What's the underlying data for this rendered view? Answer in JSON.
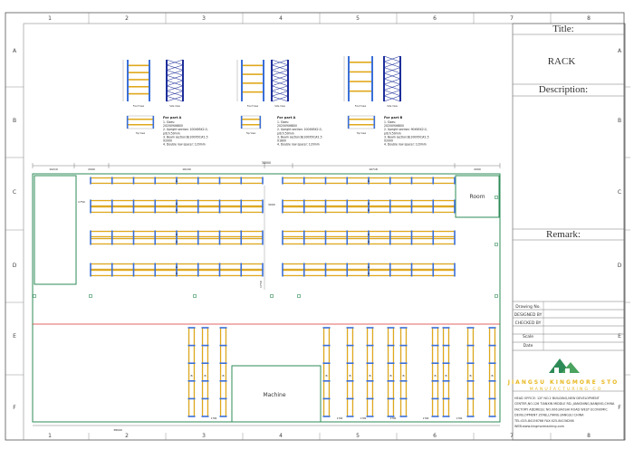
{
  "drawing": {
    "col_numbers": [
      "1",
      "2",
      "3",
      "4",
      "5",
      "6",
      "7",
      "8"
    ],
    "row_letters": [
      "A",
      "B",
      "C",
      "D",
      "E",
      "F"
    ],
    "title_label": "Title:",
    "title_value": "RACK",
    "description_label": "Description:",
    "remark_label": "Remark:",
    "fields": [
      "Drawing No.",
      "DESIGNED BY",
      "CHECKED BY",
      "Scale",
      "Date"
    ],
    "company_name_1": "JIANGSU KINGMORE STO",
    "company_name_2": "MANUFACTURING CO",
    "address_lines": [
      "HEAD OFFICE: 12F NO.2 BUILDING,NEW DEVELOPMENT",
      "CENTER,NO.126 TIANXIN MIDDLE RD.,JIANGNING,NANJING,CHINA",
      "FACTORY ADDRESS: NO.006 JIAOSHI ROAD WEST ECONOMIC",
      "DEVELOPMENT ZONE,LIYANG JIANGSU CHINA",
      "TEL:025-84156766    FAX:025-84156266",
      "WEB:www.kingmoreracking.com"
    ],
    "parts": [
      {
        "heading": "For part A",
        "lines": [
          "1. Sizes:",
          "   2020X9X6800",
          "2. Upright section: 100X65X2.0,",
          "   pitch:50mm",
          "3. Beam section:B(100X50)X1.5",
          "   X2000",
          "4. Double row spacer: 120mm"
        ]
      },
      {
        "heading": "For part A",
        "lines": [
          "1. Sizes:",
          "   2020X9X6800",
          "2. Upright section: 100X65X2.0,",
          "   pitch:50mm",
          "3. Beam section:B(100X50)X1.5",
          "   X1800",
          "4. Double row spacer: 120mm"
        ]
      },
      {
        "heading": "For part B",
        "lines": [
          "1. Sizes:",
          "   2020X9X6800",
          "2. Upright section: 90X65X2.0,",
          "   pitch:50mm",
          "3. Beam section:B(100X50)X1.5",
          "   X2000",
          "4. Double row spacer: 120mm"
        ]
      }
    ],
    "view_labels": [
      "Front View",
      "Side View",
      "Top View"
    ],
    "dim_labels": {
      "overall_width": "38000",
      "left_offset": "10210",
      "seg_a": "2000",
      "seg_b": "16100",
      "seg_c": "16718",
      "seg_d": "2000",
      "aisle_1": "1750",
      "aisle_2": "3000",
      "aisle_3": "1750",
      "bottom_total": "38000",
      "bottom_aisle": "1700"
    },
    "rack_label_a": "A",
    "rack_label_b": "B",
    "room_label": "Room",
    "machine_label": "Machine"
  },
  "colors": {
    "frame": "#555555",
    "wall": "#2e8b57",
    "beam": "#e0a81a",
    "upright": "#3a6fd8",
    "upright_dark": "#1e2e9a",
    "red_line": "#d83030",
    "company": "#e8b820"
  }
}
